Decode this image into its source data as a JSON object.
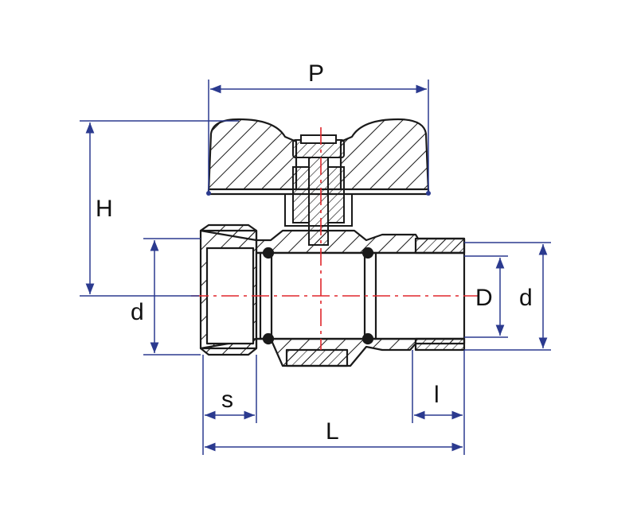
{
  "colors": {
    "outline": "#1a1a1a",
    "dimension": "#2b3a8f",
    "centerline": "#e0262b",
    "background": "#ffffff"
  },
  "dimensions": {
    "P": "P",
    "H": "H",
    "d_left": "d",
    "D": "D",
    "d_right": "d",
    "s": "s",
    "l": "l",
    "L": "L"
  }
}
